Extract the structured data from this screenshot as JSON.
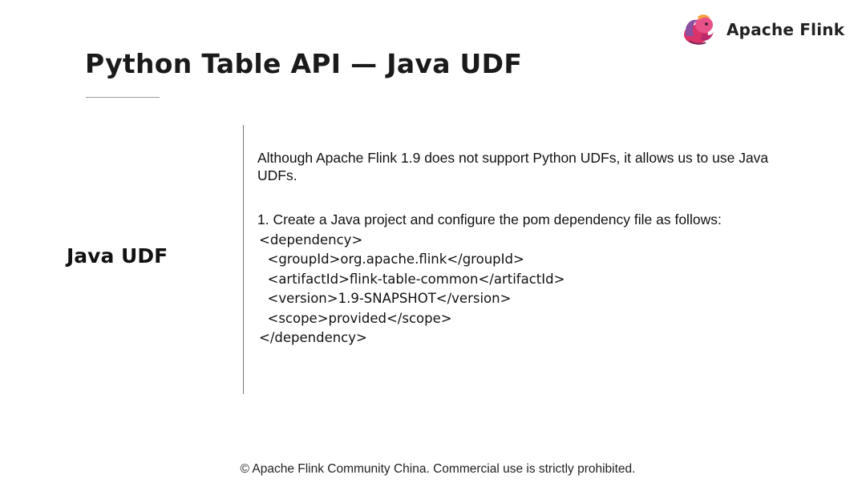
{
  "logo": {
    "text": "Apache Flink",
    "icon": "squirrel-logo-icon"
  },
  "slide": {
    "title": "Python Table API — Java UDF",
    "section_label": "Java UDF"
  },
  "content": {
    "intro": "Although Apache Flink 1.9 does not support Python UDFs, it allows us to use Java UDFs.",
    "step1": "1. Create a Java project and configure the pom dependency file as follows:",
    "code_lines": [
      "<dependency>",
      "  <groupId>org.apache.flink</groupId>",
      "  <artifactId>flink-table-common</artifactId>",
      "  <version>1.9-SNAPSHOT</version>",
      "  <scope>provided</scope>",
      "</dependency>"
    ]
  },
  "footer": {
    "text": "© Apache Flink Community China. Commercial use is strictly prohibited."
  },
  "colors": {
    "logo_primary": "#d9336a",
    "logo_secondary": "#8a4fa0",
    "divider": "#7a7a7a"
  }
}
